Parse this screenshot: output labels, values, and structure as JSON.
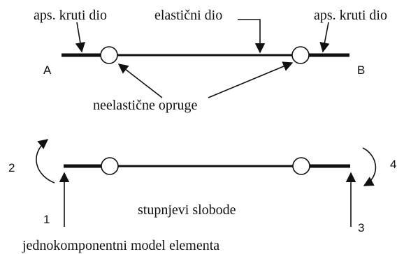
{
  "top": {
    "label_rigid_left": "aps. kruti dio",
    "label_elastic": "elastični dio",
    "label_rigid_right": "aps. kruti dio",
    "node_a": "A",
    "node_b": "B",
    "label_springs": "neelastične opruge"
  },
  "bottom": {
    "dof_1": "1",
    "dof_2": "2",
    "dof_3": "3",
    "dof_4": "4",
    "label_dofs": "stupnjevi slobode",
    "caption": "jednokomponentni model elementa"
  }
}
